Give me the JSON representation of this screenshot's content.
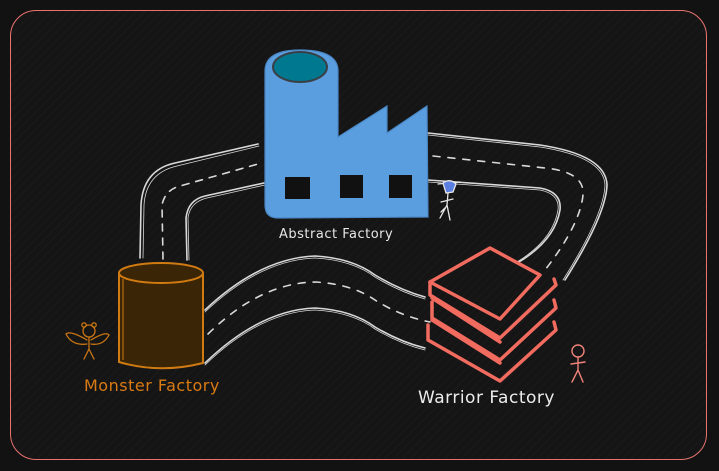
{
  "diagram": {
    "type": "hand-drawn factory pattern diagram",
    "theme": "dark",
    "colors": {
      "background": "#121212",
      "frame_border": "#e8736f",
      "road": "#d9d9d9",
      "abstract_factory_fill": "#5b9ee0",
      "abstract_factory_chimney_top": "#00788f",
      "monster_factory_fill": "#3a2506",
      "monster_factory_stroke": "#d07a12",
      "warrior_factory_stroke": "#f26b5f",
      "warrior_figure": "#f08278",
      "monster_figure": "#c97512"
    },
    "nodes": [
      {
        "id": "abstract",
        "label": "Abstract Factory",
        "icon": "factory-icon"
      },
      {
        "id": "monster",
        "label": "Monster Factory",
        "icon": "cylinder-icon"
      },
      {
        "id": "warrior",
        "label": "Warrior Factory",
        "icon": "stacked-layers-icon"
      }
    ],
    "connections": [
      {
        "from": "abstract",
        "to": "monster",
        "style": "road"
      },
      {
        "from": "abstract",
        "to": "warrior",
        "style": "road"
      },
      {
        "from": "monster",
        "to": "warrior",
        "style": "road"
      }
    ],
    "figures": [
      {
        "near": "abstract",
        "icon": "stick-figure-with-hat-icon"
      },
      {
        "near": "monster",
        "icon": "winged-monster-icon"
      },
      {
        "near": "warrior",
        "icon": "stick-figure-icon"
      }
    ]
  }
}
